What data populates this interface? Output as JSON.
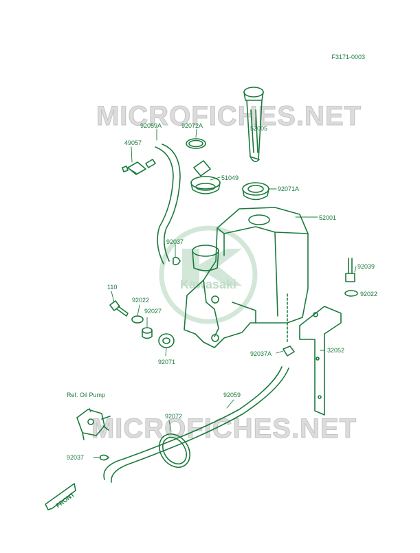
{
  "diagram_code": "F3171-0003",
  "watermark": {
    "text": "MICROFICHES.NET",
    "brand": "Kawasaki"
  },
  "front_label": "FRONT",
  "parts": {
    "p52005": "52005",
    "p92059A": "92059A",
    "p92072A": "92072A",
    "p49057": "49057",
    "p51049": "51049",
    "p92071A": "92071A",
    "p52001": "52001",
    "p92037_top": "92037",
    "p92039": "92039",
    "p110": "110",
    "p92022_left": "92022",
    "p92027": "92027",
    "p92022_right": "92022",
    "p92071": "92071",
    "p92037A": "92037A",
    "p32052": "32052",
    "ref_oil_pump": "Ref. Oil Pump",
    "p92059": "92059",
    "p92072": "92072",
    "p92037_bottom": "92037"
  },
  "colors": {
    "line": "#1a7a3c",
    "watermark_fill": "#d8d8d8",
    "watermark_stroke": "#bdbdbd",
    "logo": "#cfe5d5",
    "background": "#ffffff"
  }
}
